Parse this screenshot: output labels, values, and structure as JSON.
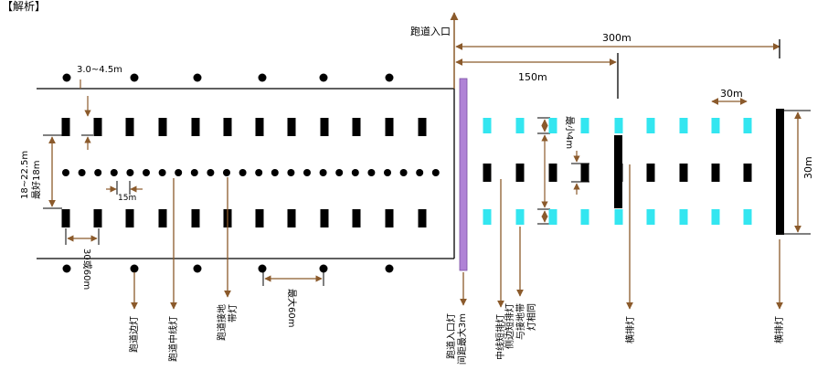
{
  "header_text": "【解析】",
  "labels": {
    "threshold": "跑道入口",
    "dist_300": "300m",
    "dist_150": "150m",
    "dist_30": "30m",
    "height_30": "30m",
    "edge_offset": "3.0~4.5m",
    "tdz_width": "18~22.5m\n最好18m",
    "cl_spacing": "15m",
    "tdz_spacing": "30或60m",
    "min_gap": "最小4m",
    "max_60": "最大60m"
  },
  "callouts": [
    {
      "id": "edge-light",
      "text": "跑道边灯"
    },
    {
      "id": "centerline-light",
      "text": "跑道中线灯"
    },
    {
      "id": "tdz-light",
      "text": "跑道接地\n带灯"
    },
    {
      "id": "threshold-light",
      "text": "跑道入口灯\n间距最大3m"
    },
    {
      "id": "cl-barrette",
      "text": "中线短排灯"
    },
    {
      "id": "side-barrette",
      "text": "侧边短排灯\n与接地带\n灯相同"
    },
    {
      "id": "crossbar-150",
      "text": "横排灯"
    },
    {
      "id": "crossbar-300",
      "text": "横排灯"
    }
  ],
  "colors": {
    "runway": "#000000",
    "approach_side": "#33e6f0",
    "threshold_bar": "#b083d6",
    "arrow": "#8b5a2b",
    "line": "#000000"
  }
}
